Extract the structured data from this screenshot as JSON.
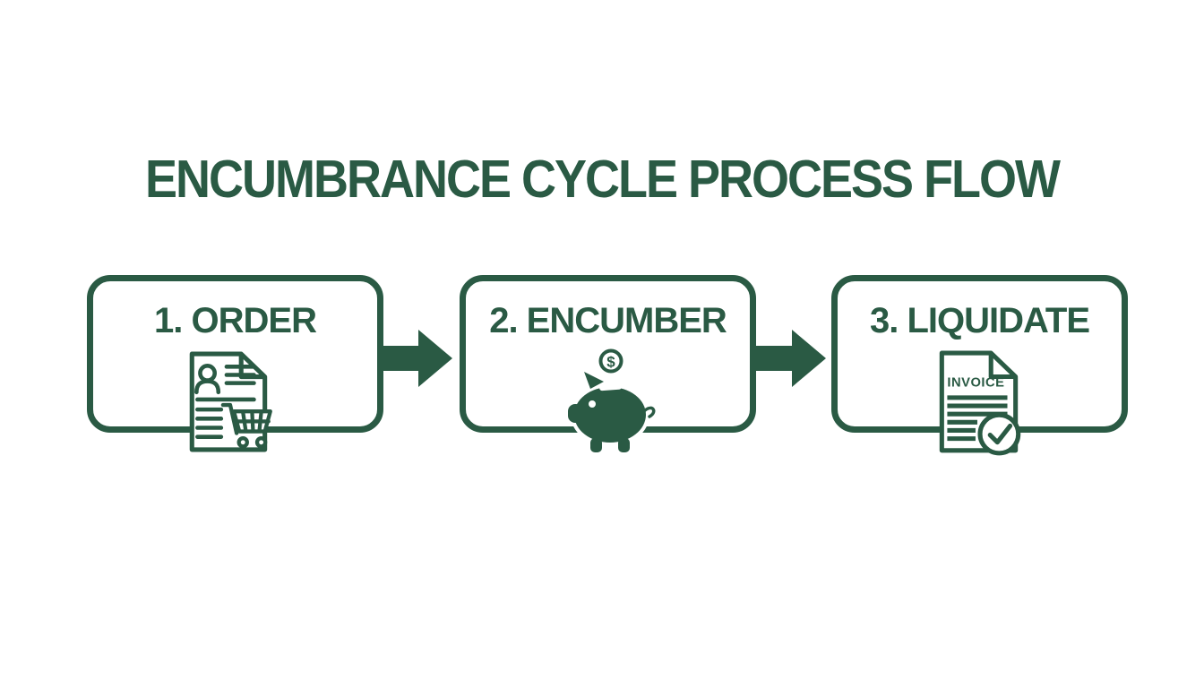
{
  "title": "ENCUMBRANCE CYCLE PROCESS FLOW",
  "colors": {
    "accent": "#2a5a44",
    "background": "#ffffff"
  },
  "steps": [
    {
      "label": "1. ORDER",
      "icon": "order-document-cart-icon"
    },
    {
      "label": "2. ENCUMBER",
      "icon": "piggy-bank-coin-icon"
    },
    {
      "label": "3. LIQUIDATE",
      "icon": "invoice-check-icon"
    }
  ],
  "connectors": [
    {
      "icon": "arrow-right-icon"
    },
    {
      "icon": "arrow-right-icon"
    }
  ],
  "invoice_label": "INVOICE",
  "coin_symbol": "$"
}
